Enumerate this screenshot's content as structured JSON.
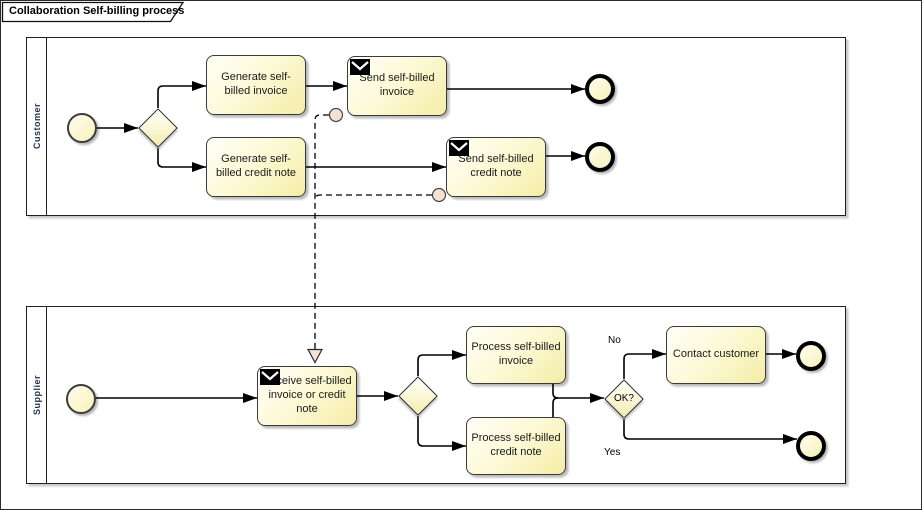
{
  "title": "Collaboration Self-billing process",
  "pools": {
    "customer": {
      "label": "Customer"
    },
    "supplier": {
      "label": "Supplier"
    }
  },
  "nodes": {
    "generate_invoice": {
      "label": "Generate self-billed invoice",
      "type": "task"
    },
    "generate_credit_note": {
      "label": "Generate self-billed credit note",
      "type": "task"
    },
    "send_invoice": {
      "label": "Send self-billed invoice",
      "type": "send-message-task"
    },
    "send_credit_note": {
      "label": "Send self-billed credit note",
      "type": "send-message-task"
    },
    "receive_invoice_or_credit_note": {
      "label": "Receive self-billed invoice or credit note",
      "type": "receive-message-task"
    },
    "process_invoice": {
      "label": "Process self-billed invoice",
      "type": "task"
    },
    "process_credit_note": {
      "label": "Process self-billed credit note",
      "type": "task"
    },
    "contact_customer": {
      "label": "Contact customer",
      "type": "task"
    },
    "ok_gateway": {
      "label": "OK?",
      "type": "exclusive-gateway"
    }
  },
  "edge_labels": {
    "no": "No",
    "yes": "Yes"
  },
  "icons": {
    "message": "envelope-icon"
  },
  "colors": {
    "node_fill_light": "#fffef6",
    "node_fill_dark": "#f4eda6",
    "node_border": "#3a3a3a",
    "event_border": "#000000",
    "pool_border": "#1f1f1f",
    "pool_label_text": "#1f3250",
    "flow_line": "#000000",
    "message_anchor_fill": "#f2e2d6",
    "canvas_background": "#ffffff"
  }
}
